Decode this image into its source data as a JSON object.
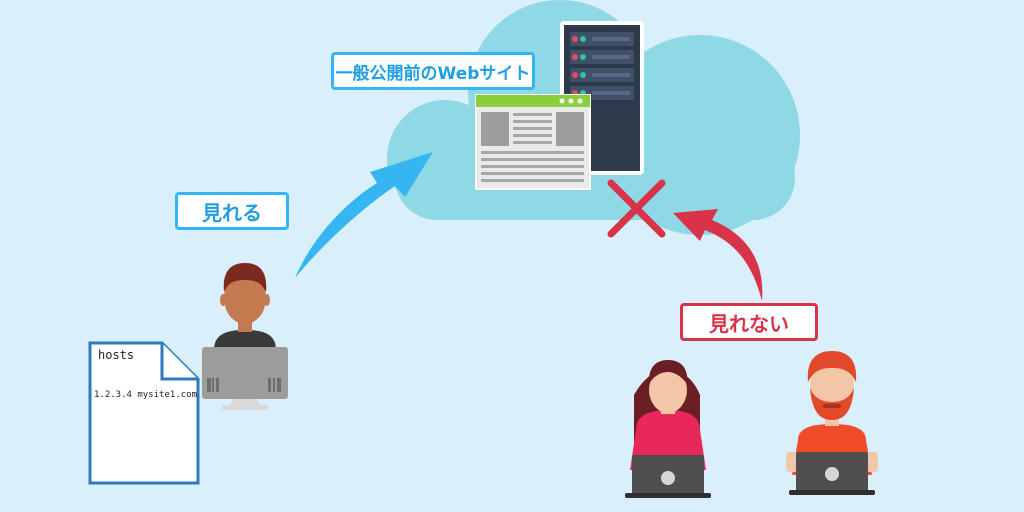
{
  "diagram": {
    "cloud_label": "一般公開前のWebサイト",
    "access_ok_label": "見れる",
    "access_ng_label": "見れない",
    "hosts_file": {
      "title": "hosts",
      "entry": "1.2.3.4 mysite1.com"
    }
  },
  "colors": {
    "background": "#d9effb",
    "cloud": "#8fd8e6",
    "ok_arrow": "#35b6f3",
    "ng_arrow": "#d93349",
    "server": "#2e3a4b",
    "browser_bar": "#8ccd3c"
  },
  "icons": [
    "cloud-icon",
    "server-icon",
    "webpage-icon",
    "blocked-x-icon",
    "hosts-document-icon",
    "desktop-monitor-icon",
    "laptop-icon"
  ]
}
